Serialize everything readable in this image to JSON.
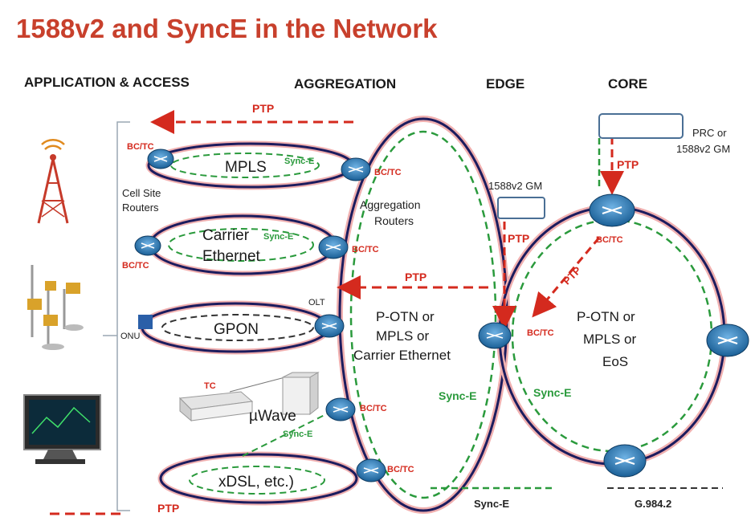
{
  "title": "1588v2 and SyncE in the Network",
  "sections": {
    "access": "APPLICATION & ACCESS",
    "aggregation": "AGGREGATION",
    "edge": "EDGE",
    "core": "CORE"
  },
  "labels": {
    "ptp": "PTP",
    "bctc": "BC/TC",
    "synce": "Sync-E",
    "mpls": "MPLS",
    "carrier": "Carrier",
    "ethernet": "Ethernet",
    "gpon": "GPON",
    "uwave": "µWave",
    "xdsl": "xDSL, etc.)",
    "tc": "TC",
    "olt": "OLT",
    "onu": "ONU",
    "cell_site_1": "Cell Site",
    "cell_site_2": "Routers",
    "agg_routers_1": "Aggregation",
    "agg_routers_2": "Routers",
    "agg_core_1": "P-OTN or",
    "agg_core_2": "MPLS or",
    "agg_core_3": "Carrier Ethernet",
    "core_ring_1": "P-OTN or",
    "core_ring_2": "MPLS or",
    "core_ring_3": "EoS",
    "gm_edge": "1588v2 GM",
    "prc_1": "PRC or",
    "prc_2": "1588v2 GM",
    "legend_synce": "Sync-E",
    "legend_g984": "G.984.2"
  },
  "colors": {
    "title": "#c8402c",
    "ptp": "#d42a1e",
    "synce": "#2a9a3c",
    "ring": "#1c1c5e",
    "router": "#1b6aa5"
  }
}
